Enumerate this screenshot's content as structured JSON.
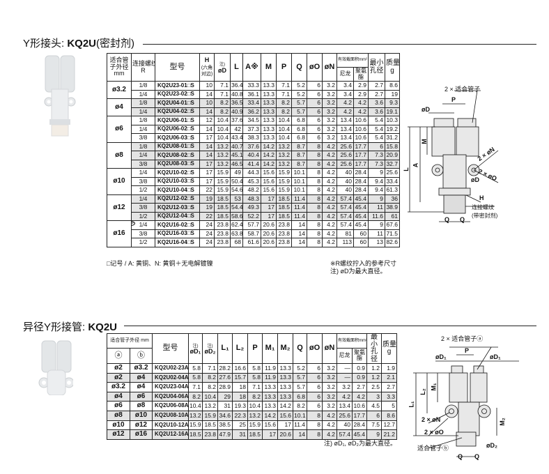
{
  "section1": {
    "title_prefix": "Y形接头: ",
    "title_bold": "KQ2U",
    "title_suffix": "(密封剂)",
    "headers": {
      "tube": "适合管子外径 mm",
      "thread": "连接螺纹",
      "thread_sub": "R",
      "model": "型号",
      "H": "H",
      "H_sub": "(六角对边)",
      "note_mark": "注)",
      "D": "øD",
      "L": "L",
      "A": "A※",
      "M": "M",
      "P": "P",
      "Q": "Q",
      "O": "øO",
      "N": "øN",
      "area": "有效截面积mm²",
      "nylon": "尼龙",
      "pu": "聚氨酯",
      "minbore": "最小孔径",
      "mass": "质量",
      "mass_unit": "g"
    },
    "groups": [
      {
        "tube": "ø3.2",
        "rows": [
          [
            "1/8",
            "KQ2U23-01□S",
            "10",
            "7.1",
            "36.4",
            "33.3",
            "13.3",
            "7.1",
            "5.2",
            "6",
            "3.2",
            "3.4",
            "2.9",
            "2.7",
            "8.6"
          ],
          [
            "1/4",
            "KQ2U23-02□S",
            "14",
            "7.1",
            "40.8",
            "36.1",
            "13.3",
            "7.1",
            "5.2",
            "6",
            "3.2",
            "3.4",
            "2.9",
            "2.7",
            "19"
          ]
        ]
      },
      {
        "tube": "ø4",
        "rows": [
          [
            "1/8",
            "KQ2U04-01□S",
            "10",
            "8.2",
            "36.5",
            "33.4",
            "13.3",
            "8.2",
            "5.7",
            "6",
            "3.2",
            "4.2",
            "4.2",
            "3.6",
            "9.3"
          ],
          [
            "1/4",
            "KQ2U04-02□S",
            "14",
            "8.2",
            "40.9",
            "36.2",
            "13.3",
            "8.2",
            "5.7",
            "6",
            "3.2",
            "4.2",
            "4.2",
            "3.6",
            "19.1"
          ]
        ]
      },
      {
        "tube": "ø6",
        "rows": [
          [
            "1/8",
            "KQ2U06-01□S",
            "12",
            "10.4",
            "37.6",
            "34.5",
            "13.3",
            "10.4",
            "6.8",
            "6",
            "3.2",
            "13.4",
            "10.6",
            "5.4",
            "10.3"
          ],
          [
            "1/4",
            "KQ2U06-02□S",
            "14",
            "10.4",
            "42",
            "37.3",
            "13.3",
            "10.4",
            "6.8",
            "6",
            "3.2",
            "13.4",
            "10.6",
            "5.4",
            "19.2"
          ],
          [
            "3/8",
            "KQ2U06-03□S",
            "17",
            "10.4",
            "43.4",
            "38.3",
            "13.3",
            "10.4",
            "6.8",
            "6",
            "3.2",
            "13.4",
            "10.6",
            "5.4",
            "31.2"
          ]
        ]
      },
      {
        "tube": "ø8",
        "rows": [
          [
            "1/8",
            "KQ2U08-01□S",
            "14",
            "13.2",
            "40.7",
            "37.6",
            "14.2",
            "13.2",
            "8.7",
            "8",
            "4.2",
            "25.6",
            "17.7",
            "6",
            "15.8"
          ],
          [
            "1/4",
            "KQ2U08-02□S",
            "14",
            "13.2",
            "45.1",
            "40.4",
            "14.2",
            "13.2",
            "8.7",
            "8",
            "4.2",
            "25.6",
            "17.7",
            "7.3",
            "20.9"
          ],
          [
            "3/8",
            "KQ2U08-03□S",
            "17",
            "13.2",
            "46.5",
            "41.4",
            "14.2",
            "13.2",
            "8.7",
            "8",
            "4.2",
            "25.6",
            "17.7",
            "7.3",
            "32.7"
          ]
        ]
      },
      {
        "tube": "ø10",
        "rows": [
          [
            "1/4",
            "KQ2U10-02□S",
            "17",
            "15.9",
            "49",
            "44.3",
            "15.6",
            "15.9",
            "10.1",
            "8",
            "4.2",
            "40",
            "28.4",
            "9",
            "25.6"
          ],
          [
            "3/8",
            "KQ2U10-03□S",
            "17",
            "15.9",
            "50.4",
            "45.3",
            "15.6",
            "15.9",
            "10.1",
            "8",
            "4.2",
            "40",
            "28.4",
            "9.4",
            "33.4"
          ],
          [
            "1/2",
            "KQ2U10-04□S",
            "22",
            "15.9",
            "54.6",
            "48.2",
            "15.6",
            "15.9",
            "10.1",
            "8",
            "4.2",
            "40",
            "28.4",
            "9.4",
            "61.3"
          ]
        ]
      },
      {
        "tube": "ø12",
        "rows": [
          [
            "1/4",
            "KQ2U12-02□S",
            "19",
            "18.5",
            "53",
            "48.3",
            "17",
            "18.5",
            "11.4",
            "8",
            "4.2",
            "57.4",
            "45.4",
            "9",
            "36"
          ],
          [
            "3/8",
            "KQ2U12-03□S",
            "19",
            "18.5",
            "54.4",
            "49.3",
            "17",
            "18.5",
            "11.4",
            "8",
            "4.2",
            "57.4",
            "45.4",
            "11",
            "38.9"
          ],
          [
            "1/2",
            "KQ2U12-04□S",
            "22",
            "18.5",
            "58.6",
            "52.2",
            "17",
            "18.5",
            "11.4",
            "8",
            "4.2",
            "57.4",
            "45.4",
            "11.6",
            "61"
          ]
        ]
      },
      {
        "tube": "ø16",
        "badge": "New",
        "rows": [
          [
            "1/4",
            "KQ2U16-02□S",
            "24",
            "23.8",
            "62.4",
            "57.7",
            "20.6",
            "23.8",
            "14",
            "8",
            "4.2",
            "57.4",
            "45.4",
            "9",
            "67.6"
          ],
          [
            "3/8",
            "KQ2U16-03□S",
            "24",
            "23.8",
            "63.8",
            "58.7",
            "20.6",
            "23.8",
            "14",
            "8",
            "4.2",
            "81",
            "60",
            "11",
            "71.5"
          ],
          [
            "1/2",
            "KQ2U16-04□S",
            "24",
            "23.8",
            "68",
            "61.6",
            "20.6",
            "23.8",
            "14",
            "8",
            "4.2",
            "113",
            "60",
            "13",
            "82.6"
          ]
        ]
      }
    ],
    "note_left": "□记号 / A: 黄铜、N: 黄铜＋无电解镀镍",
    "note_right1": "※R螺纹拧入的参考尺寸",
    "note_right2": "注) øD为最大直径。",
    "diagram": {
      "tubes": "2 × 适合管子",
      "P": "P",
      "D": "øD",
      "M": "M",
      "A": "A",
      "L": "L",
      "N": "2 × øN",
      "O": "2 × øO",
      "D2": "øD",
      "H": "H",
      "thread": "连接螺纹",
      "thread_sub": "(带密封剂)",
      "Q1": "Q",
      "Q2": "Q"
    }
  },
  "section2": {
    "title_prefix": "异径Y形接管: ",
    "title_bold": "KQ2U",
    "headers": {
      "tube": "适合管子外径 mm",
      "a": "ⓐ",
      "b": "ⓑ",
      "model": "型号",
      "note_mark": "注)",
      "D1": "øD₁",
      "D2": "øD₂",
      "L1": "L₁",
      "L2": "L₂",
      "P": "P",
      "M1": "M₁",
      "M2": "M₂",
      "Q": "Q",
      "O": "øO",
      "N": "øN",
      "area": "有效截面积mm²",
      "nylon": "尼龙",
      "pu": "聚氨酯",
      "minbore": "最小孔径",
      "mass": "质量",
      "mass_unit": "g"
    },
    "rows": [
      [
        "ø2",
        "ø3.2",
        "KQ2U02-23A",
        "5.8",
        "7.1",
        "28.2",
        "16.6",
        "5.8",
        "11.9",
        "13.3",
        "5.2",
        "6",
        "3.2",
        "—",
        "0.9",
        "1.2",
        "1.9"
      ],
      [
        "ø2",
        "ø4",
        "KQ2U02-04A",
        "5.8",
        "8.2",
        "27.6",
        "15.7",
        "5.8",
        "11.9",
        "13.3",
        "5.7",
        "6",
        "3.2",
        "—",
        "0.9",
        "1.2",
        "2.1"
      ],
      [
        "ø3.2",
        "ø4",
        "KQ2U23-04A",
        "7.1",
        "8.2",
        "28.9",
        "18",
        "7.1",
        "13.3",
        "13.3",
        "5.7",
        "6",
        "3.2",
        "3.2",
        "2.7",
        "2.5",
        "2.7"
      ],
      [
        "ø4",
        "ø6",
        "KQ2U04-06A",
        "8.2",
        "10.4",
        "29",
        "18",
        "8.2",
        "13.3",
        "13.3",
        "6.8",
        "6",
        "3.2",
        "4.2",
        "4.2",
        "3",
        "3.3"
      ],
      [
        "ø6",
        "ø8",
        "KQ2U06-08A",
        "10.4",
        "13.2",
        "31",
        "19.3",
        "10.4",
        "13.3",
        "14.2",
        "8.2",
        "6",
        "3.2",
        "13.4",
        "10.6",
        "4.5",
        "5"
      ],
      [
        "ø8",
        "ø10",
        "KQ2U08-10A",
        "13.2",
        "15.9",
        "34.6",
        "22.3",
        "13.2",
        "14.2",
        "15.6",
        "10.1",
        "8",
        "4.2",
        "25.6",
        "17.7",
        "6",
        "8.6"
      ],
      [
        "ø10",
        "ø12",
        "KQ2U10-12A",
        "15.9",
        "18.5",
        "38.5",
        "25",
        "15.9",
        "15.6",
        "17",
        "11.4",
        "8",
        "4.2",
        "40",
        "28.4",
        "7.5",
        "12.7"
      ],
      [
        "ø12",
        "ø16",
        "KQ2U12-16A",
        "18.5",
        "23.8",
        "47.9",
        "31",
        "18.5",
        "17",
        "20.6",
        "14",
        "8",
        "4.2",
        "57.4",
        "45.4",
        "9",
        "21.2"
      ]
    ],
    "note": "注) øD₁, øD₂为最大直径。",
    "diagram": {
      "tubes": "2 × 适合管子ⓐ",
      "P": "P",
      "D1a": "øD₁",
      "D1b": "øD₁",
      "M1": "M₁",
      "L2": "L₂",
      "L1": "L₁",
      "N": "2 × øN",
      "O": "2 × øO",
      "tube_b": "适合管子ⓑ",
      "D2": "øD₂",
      "M2": "M₂",
      "Q1": "Q",
      "Q2": "Q"
    }
  }
}
